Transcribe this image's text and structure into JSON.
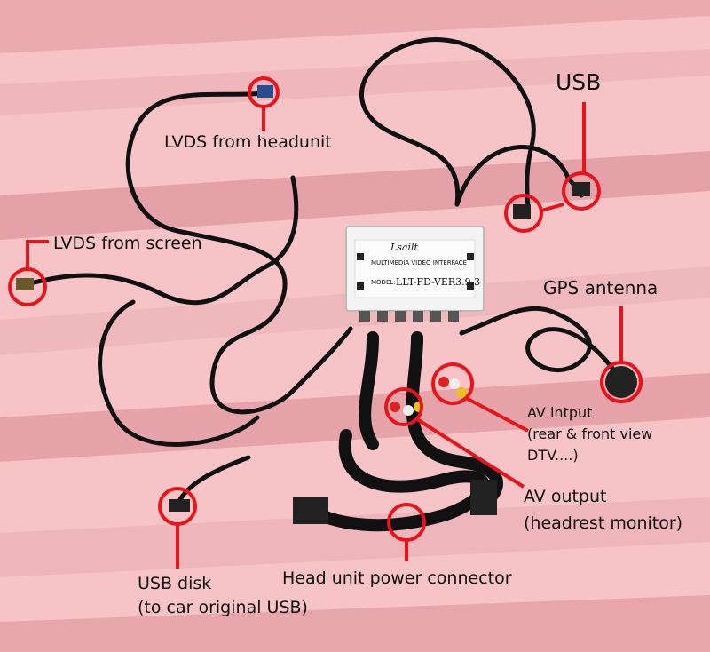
{
  "labels": {
    "usb": "USB",
    "lvds_headunit": "LVDS from headunit",
    "lvds_screen": "LVDS from screen",
    "gps": "GPS antenna",
    "av_input_1": "AV intput",
    "av_input_2": "(rear & front view",
    "av_input_3": "DTV....)",
    "av_output_1": "AV output",
    "av_output_2": "(headrest monitor)",
    "usb_disk_1": "USB disk",
    "usb_disk_2": "(to car original USB)",
    "power": "Head unit power connector"
  },
  "module": {
    "brand": "Lsailt",
    "subtitle": "MULTIMEDIA VIDEO INTERFACE",
    "model_prefix": "MODEL:",
    "model": "LLT-FD-VER3.9.3"
  },
  "colors": {
    "background": "#f6c4c6",
    "stripe": "#e7a5ab",
    "marker": "#e8141c",
    "cable": "#111111",
    "module": "#f3f3f3"
  }
}
